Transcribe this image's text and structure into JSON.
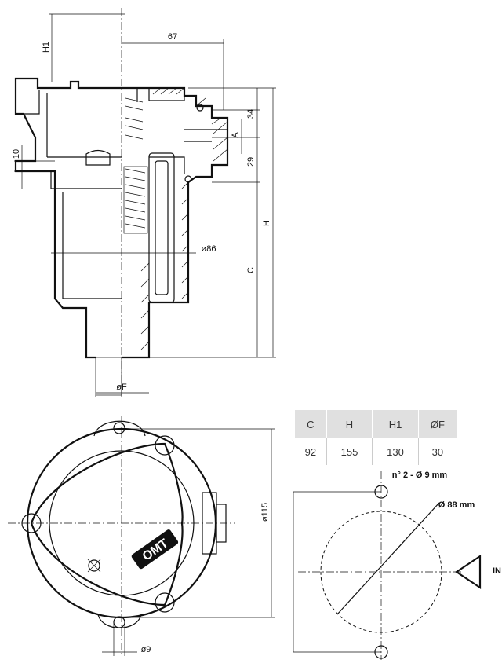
{
  "dimensions": {
    "h1": "H1",
    "d67": "67",
    "d34": "34",
    "a": "A",
    "d29": "29",
    "d10": "10",
    "h": "H",
    "c": "C",
    "d86": "ø86",
    "f": "øF",
    "d115": "ø115",
    "d9": "ø9"
  },
  "table": {
    "headers": [
      "C",
      "H",
      "H1",
      "ØF"
    ],
    "values": [
      "92",
      "155",
      "130",
      "30"
    ]
  },
  "mounting": {
    "holes_label": "n° 2 - Ø 9 mm",
    "circle_label": "Ø 88 mm",
    "inlet_label": "IN"
  },
  "logo_text": "OMT",
  "colors": {
    "line": "#111111",
    "table_header_bg": "#e0e0e0",
    "text": "#333333"
  }
}
